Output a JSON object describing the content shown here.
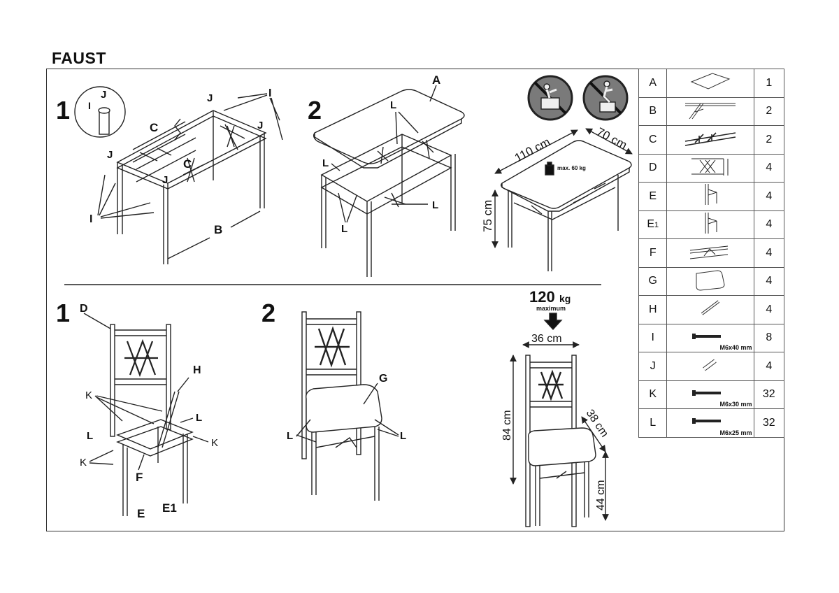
{
  "title": "FAUST",
  "table_steps": [
    "1",
    "2"
  ],
  "chair_steps": [
    "1",
    "2"
  ],
  "table_labels": {
    "A": "A",
    "B": "B",
    "C": "C",
    "I": "I",
    "J": "J",
    "L": "L"
  },
  "chair_labels": {
    "D": "D",
    "E": "E",
    "E1": "E1",
    "F": "F",
    "G": "G",
    "H": "H",
    "K": "K",
    "L": "L"
  },
  "table_dims": {
    "length": "110 cm",
    "width": "70 cm",
    "height": "75 cm",
    "max_load": "max. 60 kg"
  },
  "chair_dims": {
    "load_value": "120",
    "load_unit": "kg",
    "load_note": "maximum",
    "width": "36 cm",
    "height": "84 cm",
    "depth": "38 cm",
    "seat_height": "44 cm"
  },
  "parts": [
    {
      "code": "A",
      "qty": "1",
      "icon": "tabletop-icon",
      "spec": ""
    },
    {
      "code": "B",
      "qty": "2",
      "icon": "table-leg-frame-icon",
      "spec": ""
    },
    {
      "code": "C",
      "qty": "2",
      "icon": "side-rail-icon",
      "spec": ""
    },
    {
      "code": "D",
      "qty": "4",
      "icon": "chair-back-icon",
      "spec": ""
    },
    {
      "code": "E",
      "qty": "4",
      "icon": "chair-leg-icon",
      "spec": ""
    },
    {
      "code": "E",
      "code_sub": "1",
      "qty": "4",
      "icon": "chair-leg-mirror-icon",
      "spec": ""
    },
    {
      "code": "F",
      "qty": "4",
      "icon": "rail-connector-icon",
      "spec": ""
    },
    {
      "code": "G",
      "qty": "4",
      "icon": "seat-cushion-icon",
      "spec": ""
    },
    {
      "code": "H",
      "qty": "4",
      "icon": "rod-icon",
      "spec": ""
    },
    {
      "code": "I",
      "qty": "8",
      "icon": "bolt-icon",
      "spec": "M6x40 mm"
    },
    {
      "code": "J",
      "qty": "4",
      "icon": "dowel-icon",
      "spec": ""
    },
    {
      "code": "K",
      "qty": "32",
      "icon": "bolt-icon",
      "spec": "M6x30 mm"
    },
    {
      "code": "L",
      "qty": "32",
      "icon": "bolt-icon",
      "spec": "M6x25 mm"
    }
  ]
}
